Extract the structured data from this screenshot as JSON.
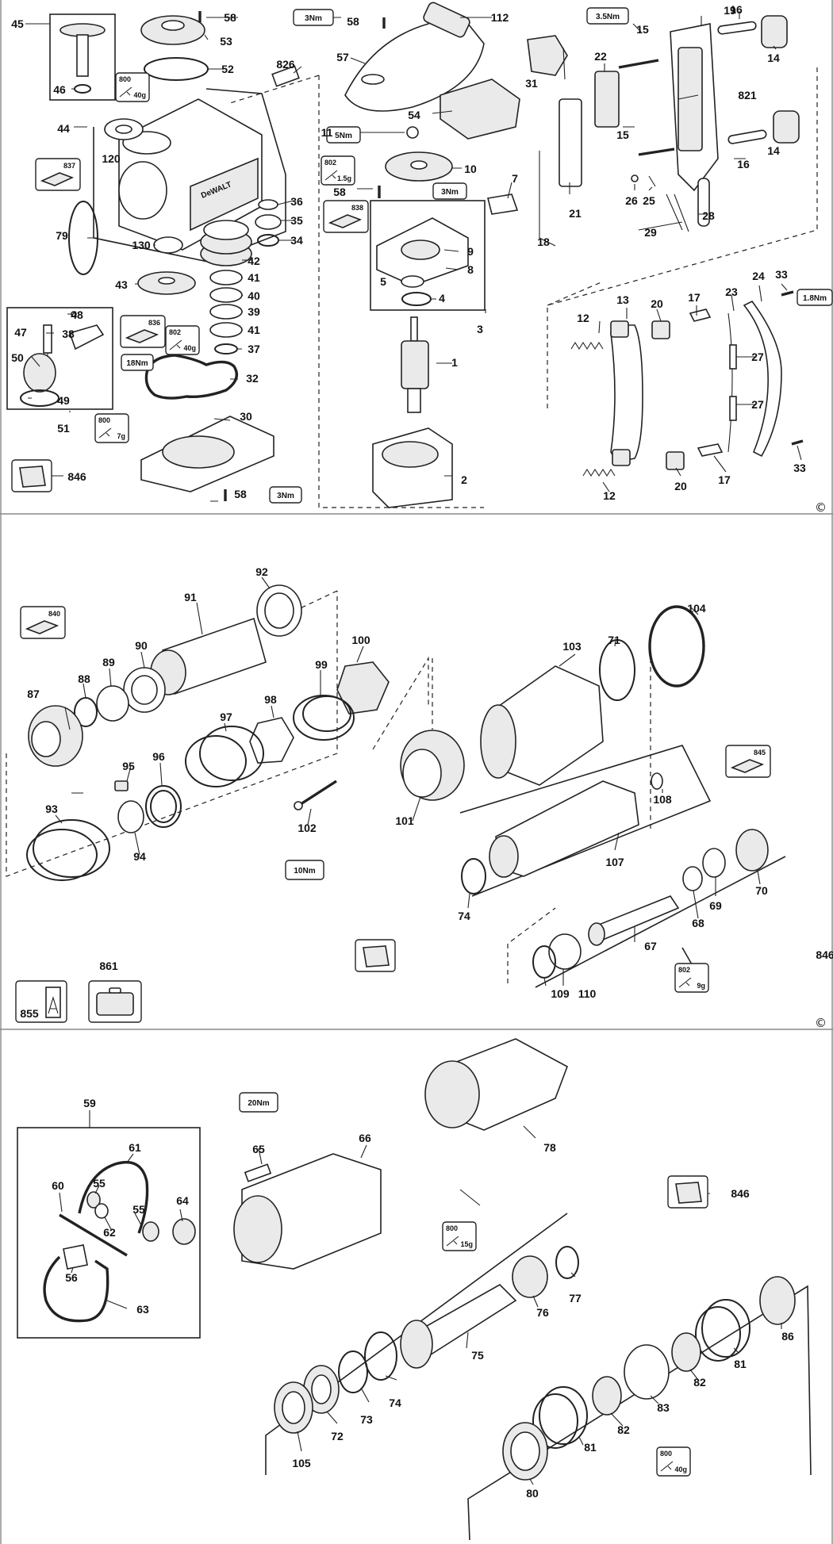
{
  "panels": [
    {
      "copyright": "©"
    },
    {
      "copyright": "©"
    },
    {
      "copyright": ""
    }
  ],
  "callouts": [
    {
      "label": "45"
    },
    {
      "label": "46"
    },
    {
      "label": "58"
    },
    {
      "label": "53"
    },
    {
      "label": "52"
    },
    {
      "label": "58"
    },
    {
      "label": "112"
    },
    {
      "label": "57"
    },
    {
      "label": "31"
    },
    {
      "label": "22"
    },
    {
      "label": "15"
    },
    {
      "label": "19"
    },
    {
      "label": "16"
    },
    {
      "label": "14"
    },
    {
      "label": "821"
    },
    {
      "label": "826"
    },
    {
      "label": "44"
    },
    {
      "label": "120"
    },
    {
      "label": "54"
    },
    {
      "label": "11"
    },
    {
      "label": "10"
    },
    {
      "label": "15"
    },
    {
      "label": "16"
    },
    {
      "label": "14"
    },
    {
      "label": "58"
    },
    {
      "label": "7"
    },
    {
      "label": "21"
    },
    {
      "label": "26"
    },
    {
      "label": "25"
    },
    {
      "label": "28"
    },
    {
      "label": "29"
    },
    {
      "label": "18"
    },
    {
      "label": "36"
    },
    {
      "label": "35"
    },
    {
      "label": "34"
    },
    {
      "label": "79"
    },
    {
      "label": "130"
    },
    {
      "label": "42"
    },
    {
      "label": "41"
    },
    {
      "label": "40"
    },
    {
      "label": "39"
    },
    {
      "label": "41"
    },
    {
      "label": "37"
    },
    {
      "label": "43"
    },
    {
      "label": "9"
    },
    {
      "label": "8"
    },
    {
      "label": "5"
    },
    {
      "label": "4"
    },
    {
      "label": "3"
    },
    {
      "label": "1"
    },
    {
      "label": "2"
    },
    {
      "label": "48"
    },
    {
      "label": "47"
    },
    {
      "label": "38"
    },
    {
      "label": "50"
    },
    {
      "label": "49"
    },
    {
      "label": "51"
    },
    {
      "label": "32"
    },
    {
      "label": "30"
    },
    {
      "label": "58"
    },
    {
      "label": "846"
    },
    {
      "label": "12"
    },
    {
      "label": "13"
    },
    {
      "label": "20"
    },
    {
      "label": "17"
    },
    {
      "label": "23"
    },
    {
      "label": "24"
    },
    {
      "label": "33"
    },
    {
      "label": "27"
    },
    {
      "label": "27"
    },
    {
      "label": "12"
    },
    {
      "label": "20"
    },
    {
      "label": "17"
    },
    {
      "label": "33"
    },
    {
      "label": "92"
    },
    {
      "label": "91"
    },
    {
      "label": "90"
    },
    {
      "label": "89"
    },
    {
      "label": "88"
    },
    {
      "label": "87"
    },
    {
      "label": "100"
    },
    {
      "label": "99"
    },
    {
      "label": "98"
    },
    {
      "label": "97"
    },
    {
      "label": "96"
    },
    {
      "label": "95"
    },
    {
      "label": "94"
    },
    {
      "label": "93"
    },
    {
      "label": "102"
    },
    {
      "label": "101"
    },
    {
      "label": "103"
    },
    {
      "label": "71"
    },
    {
      "label": "104"
    },
    {
      "label": "108"
    },
    {
      "label": "107"
    },
    {
      "label": "74"
    },
    {
      "label": "68"
    },
    {
      "label": "69"
    },
    {
      "label": "70"
    },
    {
      "label": "67"
    },
    {
      "label": "109"
    },
    {
      "label": "110"
    },
    {
      "label": "846"
    },
    {
      "label": "861"
    },
    {
      "label": "855"
    },
    {
      "label": "59"
    },
    {
      "label": "61"
    },
    {
      "label": "60"
    },
    {
      "label": "55"
    },
    {
      "label": "55"
    },
    {
      "label": "62"
    },
    {
      "label": "64"
    },
    {
      "label": "56"
    },
    {
      "label": "63"
    },
    {
      "label": "65"
    },
    {
      "label": "66"
    },
    {
      "label": "78"
    },
    {
      "label": "846"
    },
    {
      "label": "77"
    },
    {
      "label": "76"
    },
    {
      "label": "75"
    },
    {
      "label": "74"
    },
    {
      "label": "73"
    },
    {
      "label": "72"
    },
    {
      "label": "105"
    },
    {
      "label": "86"
    },
    {
      "label": "81"
    },
    {
      "label": "82"
    },
    {
      "label": "83"
    },
    {
      "label": "82"
    },
    {
      "label": "81"
    },
    {
      "label": "80"
    }
  ],
  "torque_labels": [
    {
      "value": "3Nm"
    },
    {
      "value": "3.5Nm"
    },
    {
      "value": "5Nm"
    },
    {
      "value": "3Nm"
    },
    {
      "value": "18Nm"
    },
    {
      "value": "3Nm"
    },
    {
      "value": "1.8Nm"
    },
    {
      "value": "10Nm"
    },
    {
      "value": "20Nm"
    }
  ],
  "grease_badges": [
    {
      "code": "800",
      "amount": "40g"
    },
    {
      "code": "802",
      "amount": "1.5g"
    },
    {
      "code": "802",
      "amount": "40g"
    },
    {
      "code": "800",
      "amount": "7g"
    },
    {
      "code": "802",
      "amount": "9g"
    },
    {
      "code": "800",
      "amount": "15g"
    },
    {
      "code": "800",
      "amount": "40g"
    }
  ],
  "kit_badges": [
    {
      "code": "837"
    },
    {
      "code": "838"
    },
    {
      "code": "836"
    },
    {
      "code": "840"
    },
    {
      "code": "845"
    }
  ],
  "branding": {
    "logo": "DeWALT"
  },
  "icons": {
    "grease": "grease-gun-icon",
    "kit": "gasket-kit-icon",
    "bag": "parts-bag-icon",
    "case": "carry-case-icon",
    "label": "warning-label-icon"
  }
}
